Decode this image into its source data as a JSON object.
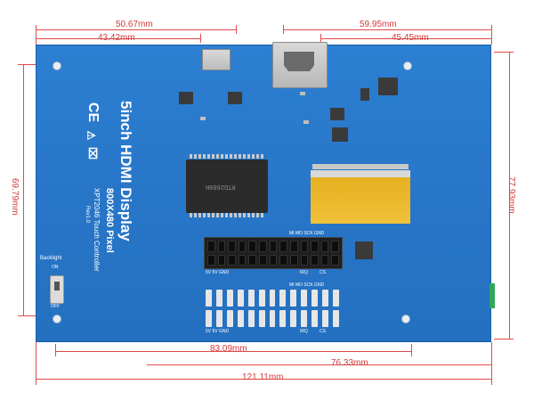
{
  "dimensions": {
    "top_outer": "50.67mm",
    "top_inner": "43.42mm",
    "top_right_outer": "59.95mm",
    "top_right_inner": "45.45mm",
    "left_height": "69.79mm",
    "right_height": "77.93mm",
    "bottom_inner": "83.09mm",
    "bottom_right": "76.33mm",
    "bottom_total": "121.11mm"
  },
  "board": {
    "title": "5inch HDMI Display",
    "resolution": "800X480 Pixel",
    "touch": "XPT2046 Touch Controller",
    "rev": "Rev1.0",
    "backlight": "Backlight",
    "on": "ON",
    "off": "OFF",
    "chip_text": "RTD2660H",
    "pin_top_left": "5V  5V GND",
    "pin_top_right": "MI MO SCK GND",
    "pin_irq": "IRQ",
    "pin_cs": "CS",
    "pin_bottom_left": "5V  5V GND",
    "pin_bottom_right": "MI MO SCK GND",
    "pin_bottom_irq": "IRQ",
    "pin_bottom_cs": "CS"
  },
  "colors": {
    "dimension": "#e24b4b",
    "board": "#2876c8"
  }
}
